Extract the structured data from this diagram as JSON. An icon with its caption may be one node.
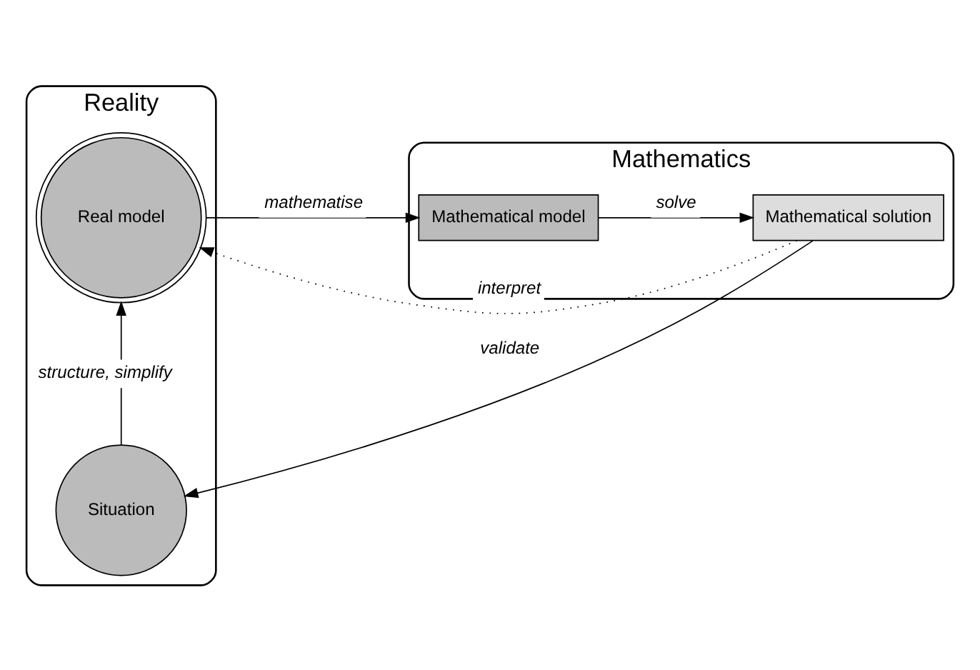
{
  "diagram": {
    "nodes": [
      {
        "text": [
          "Reality"
        ]
      },
      {
        "text": [
          "Real model"
        ],
        "in": 0
      },
      {
        "text": [
          "Situation"
        ],
        "in": 0
      },
      {
        "text": [
          "Mathematics"
        ]
      },
      {
        "text": [
          "Mathematical model"
        ],
        "in": 3
      },
      {
        "text": [
          "Mathematical solution"
        ],
        "in": 3
      }
    ],
    "edges": [
      {
        "from": 2,
        "to": 1,
        "arrow": "to",
        "label": "structure, simplify"
      },
      {
        "from": 1,
        "to": 4,
        "arrow": "to",
        "label": "mathematise"
      },
      {
        "from": 4,
        "to": 5,
        "arrow": "to",
        "label": "solve"
      },
      {
        "from": 5,
        "to": 1,
        "arrow": "to",
        "label": "interpret",
        "style": "dashed"
      },
      {
        "from": 5,
        "to": 2,
        "arrow": "to",
        "label": "validate"
      }
    ]
  }
}
